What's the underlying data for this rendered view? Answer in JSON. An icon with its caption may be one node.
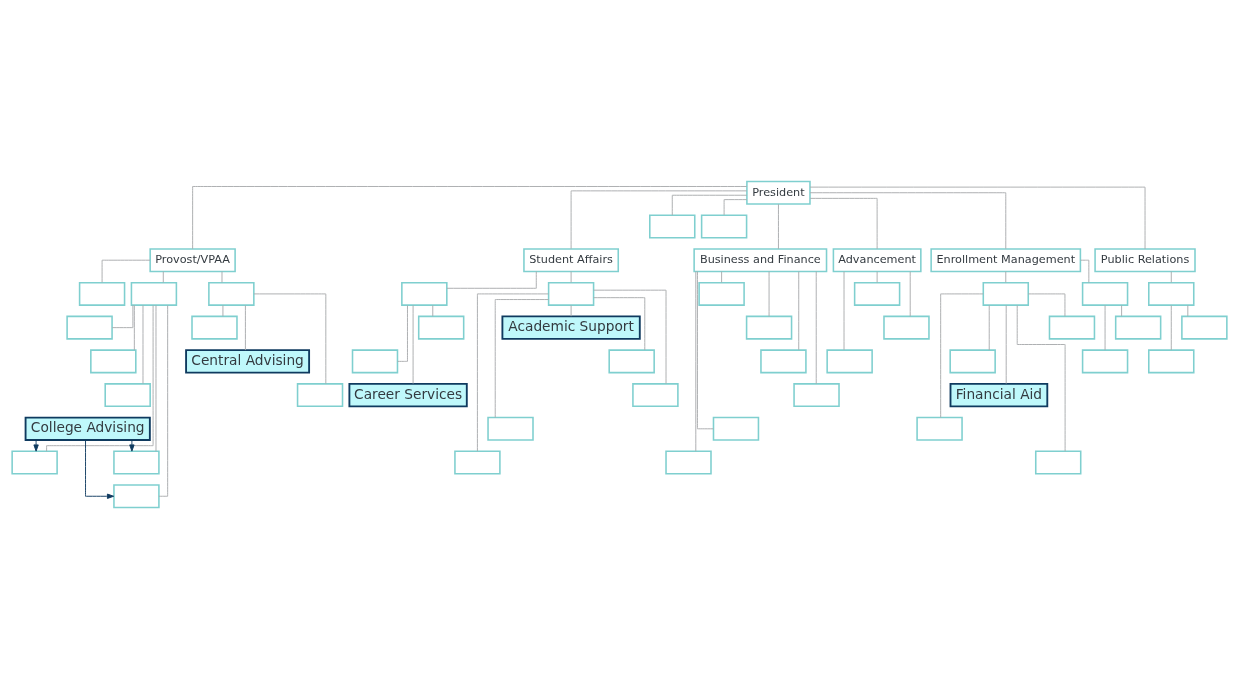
{
  "diagram": {
    "nodes": [
      {
        "text": [
          "President"
        ]
      },
      {
        "text": [],
        "shape": "box"
      },
      {
        "text": [],
        "shape": "box"
      },
      {
        "text": [
          "Provost/VPAA"
        ]
      },
      {
        "text": [
          "Student Affairs"
        ]
      },
      {
        "text": [
          "Business and Finance"
        ]
      },
      {
        "text": [
          "Advancement"
        ]
      },
      {
        "text": [
          "Enrollment Management"
        ]
      },
      {
        "text": [
          "Public Relations"
        ]
      },
      {
        "text": [],
        "shape": "box"
      },
      {
        "text": [],
        "shape": "box"
      },
      {
        "text": [],
        "shape": "box"
      },
      {
        "text": [],
        "shape": "box"
      },
      {
        "text": [],
        "shape": "box"
      },
      {
        "text": [],
        "shape": "box"
      },
      {
        "text": [],
        "shape": "box"
      },
      {
        "text": [],
        "shape": "box"
      },
      {
        "text": [],
        "shape": "box"
      },
      {
        "text": [],
        "shape": "box"
      },
      {
        "text": [],
        "shape": "box"
      },
      {
        "text": [],
        "shape": "box"
      },
      {
        "text": [],
        "shape": "box"
      },
      {
        "text": [],
        "shape": "box"
      },
      {
        "text": [],
        "shape": "box"
      },
      {
        "text": [],
        "shape": "box"
      },
      {
        "text": [],
        "shape": "box"
      },
      {
        "text": [],
        "shape": "box"
      },
      {
        "text": [],
        "shape": "box"
      },
      {
        "text": [],
        "shape": "box"
      },
      {
        "text": [],
        "shape": "box"
      },
      {
        "text": [],
        "shape": "box"
      },
      {
        "text": [],
        "shape": "box"
      },
      {
        "text": [],
        "shape": "box"
      },
      {
        "text": [
          "Central Advising"
        ]
      },
      {
        "text": [],
        "shape": "box"
      },
      {
        "text": [
          "Academic Support"
        ]
      },
      {
        "text": [],
        "shape": "box"
      },
      {
        "text": [],
        "shape": "box"
      },
      {
        "text": [],
        "shape": "box"
      },
      {
        "text": [],
        "shape": "box"
      },
      {
        "text": [],
        "shape": "box"
      },
      {
        "text": [],
        "shape": "box"
      },
      {
        "text": [
          "Career Services"
        ]
      },
      {
        "text": [],
        "shape": "box"
      },
      {
        "text": [],
        "shape": "box"
      },
      {
        "text": [],
        "shape": "box"
      },
      {
        "text": [],
        "shape": "box"
      },
      {
        "text": [
          "Financial Aid"
        ]
      },
      {
        "text": [],
        "shape": "box"
      },
      {
        "text": [],
        "shape": "box"
      },
      {
        "text": [],
        "shape": "box"
      },
      {
        "text": [],
        "shape": "box"
      },
      {
        "text": [
          "College Advising"
        ]
      }
    ],
    "edges": [
      {
        "from": 0,
        "to": 1,
        "arrow": "none"
      },
      {
        "from": 0,
        "to": 2,
        "arrow": "none"
      },
      {
        "from": 0,
        "to": 3,
        "arrow": "none"
      },
      {
        "from": 0,
        "to": 4,
        "arrow": "none"
      },
      {
        "from": 0,
        "to": 5,
        "arrow": "none"
      },
      {
        "from": 0,
        "to": 6,
        "arrow": "none"
      },
      {
        "from": 0,
        "to": 7,
        "arrow": "none"
      },
      {
        "from": 0,
        "to": 8,
        "arrow": "none"
      },
      {
        "from": 3,
        "to": 9,
        "arrow": "none"
      },
      {
        "from": 3,
        "to": 10,
        "arrow": "none"
      },
      {
        "from": 3,
        "to": 11,
        "arrow": "none"
      },
      {
        "from": 4,
        "to": 12,
        "arrow": "none"
      },
      {
        "from": 4,
        "to": 13,
        "arrow": "none"
      },
      {
        "from": 5,
        "to": 14,
        "arrow": "none"
      },
      {
        "from": 5,
        "to": 15,
        "arrow": "none"
      },
      {
        "from": 5,
        "to": 16,
        "arrow": "none"
      },
      {
        "from": 5,
        "to": 17,
        "arrow": "none"
      },
      {
        "from": 5,
        "to": 18,
        "arrow": "none"
      },
      {
        "from": 5,
        "to": 19,
        "arrow": "none"
      },
      {
        "from": 6,
        "to": 20,
        "arrow": "none"
      },
      {
        "from": 6,
        "to": 21,
        "arrow": "none"
      },
      {
        "from": 6,
        "to": 22,
        "arrow": "none"
      },
      {
        "from": 7,
        "to": 23,
        "arrow": "none"
      },
      {
        "from": 7,
        "to": 24,
        "arrow": "none"
      },
      {
        "from": 8,
        "to": 25,
        "arrow": "none"
      },
      {
        "from": 9,
        "to": 26,
        "arrow": "none"
      },
      {
        "from": 9,
        "to": 27,
        "arrow": "none"
      },
      {
        "from": 9,
        "to": 28,
        "arrow": "none"
      },
      {
        "from": 9,
        "to": 29,
        "arrow": "none"
      },
      {
        "from": 9,
        "to": 30,
        "arrow": "none"
      },
      {
        "from": 9,
        "to": 31,
        "arrow": "none"
      },
      {
        "from": 10,
        "to": 32,
        "arrow": "none"
      },
      {
        "from": 10,
        "to": 33,
        "arrow": "none"
      },
      {
        "from": 10,
        "to": 34,
        "arrow": "none"
      },
      {
        "from": 12,
        "to": 35,
        "arrow": "none"
      },
      {
        "from": 12,
        "to": 36,
        "arrow": "none"
      },
      {
        "from": 12,
        "to": 37,
        "arrow": "none"
      },
      {
        "from": 12,
        "to": 38,
        "arrow": "none"
      },
      {
        "from": 12,
        "to": 39,
        "arrow": "none"
      },
      {
        "from": 13,
        "to": 40,
        "arrow": "none"
      },
      {
        "from": 13,
        "to": 41,
        "arrow": "none"
      },
      {
        "from": 13,
        "to": 42,
        "arrow": "none"
      },
      {
        "from": 23,
        "to": 43,
        "arrow": "none"
      },
      {
        "from": 23,
        "to": 44,
        "arrow": "none"
      },
      {
        "from": 24,
        "to": 45,
        "arrow": "none"
      },
      {
        "from": 24,
        "to": 46,
        "arrow": "none"
      },
      {
        "from": 24,
        "to": 47,
        "arrow": "none"
      },
      {
        "from": 24,
        "to": 48,
        "arrow": "none"
      },
      {
        "from": 24,
        "to": 49,
        "arrow": "none"
      },
      {
        "from": 25,
        "to": 50,
        "arrow": "none"
      },
      {
        "from": 25,
        "to": 51,
        "arrow": "none"
      },
      {
        "from": 52,
        "to": 29,
        "arrow": "to",
        "color": "#0f3a5f"
      },
      {
        "from": 52,
        "to": 30,
        "arrow": "to",
        "color": "#0f3a5f"
      },
      {
        "from": 52,
        "to": 31,
        "arrow": "to",
        "color": "#0f3a5f"
      }
    ]
  }
}
